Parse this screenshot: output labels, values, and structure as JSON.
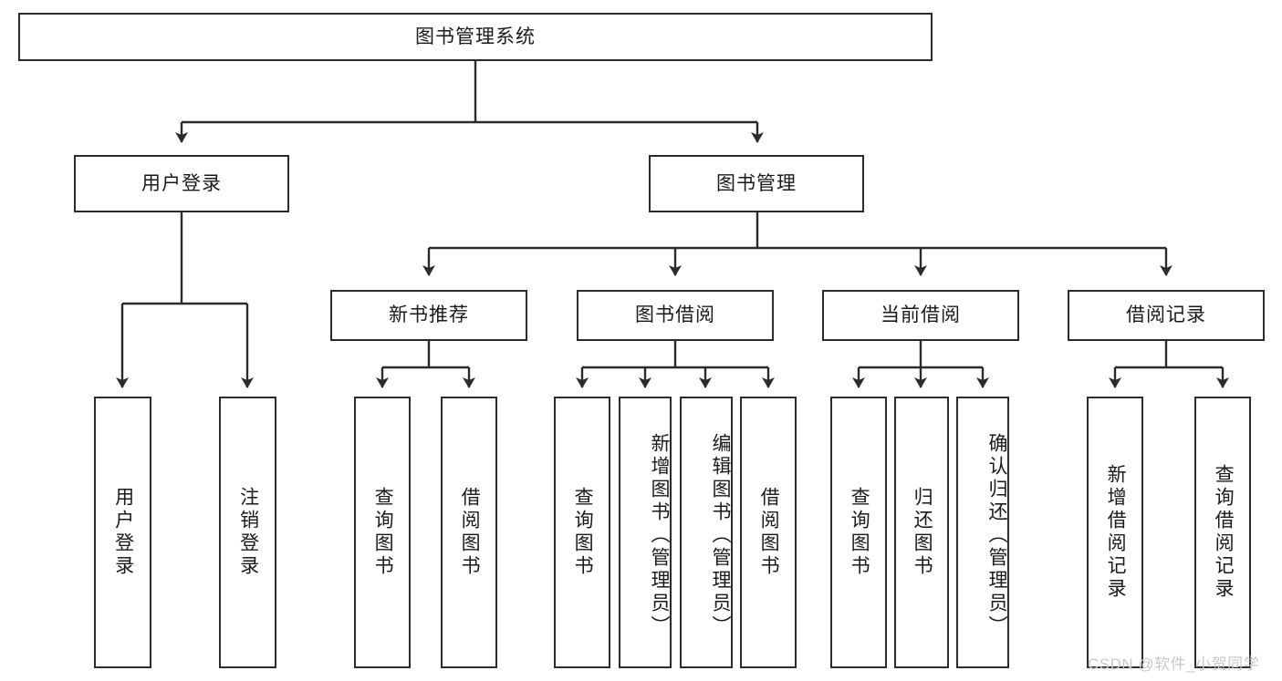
{
  "diagram": {
    "title": "图书管理系统",
    "type": "tree-hierarchy",
    "watermark": "CSDN @软件_小贺同学",
    "line_color": "#2b2b2b",
    "box_fill": "#ffffff",
    "text_color": "#1a1a1a"
  },
  "nodes": {
    "root": {
      "label": "图书管理系统"
    },
    "level2": [
      {
        "id": "user-login",
        "label": "用户登录"
      },
      {
        "id": "book-manage",
        "label": "图书管理"
      }
    ],
    "level3": [
      {
        "id": "new-book-recommend",
        "label": "新书推荐"
      },
      {
        "id": "book-borrow",
        "label": "图书借阅"
      },
      {
        "id": "current-borrow",
        "label": "当前借阅"
      },
      {
        "id": "borrow-record",
        "label": "借阅记录"
      }
    ],
    "leaves": {
      "user-login": [
        {
          "id": "leaf-user-login",
          "label": "用户登录"
        },
        {
          "id": "leaf-logout-login",
          "label": "注销登录"
        }
      ],
      "new-book-recommend": [
        {
          "id": "leaf-query-book-1",
          "label": "查询图书"
        },
        {
          "id": "leaf-borrow-book-1",
          "label": "借阅图书"
        }
      ],
      "book-borrow": [
        {
          "id": "leaf-query-book-2",
          "label": "查询图书"
        },
        {
          "id": "leaf-add-book",
          "label": "新增图书（管理员）"
        },
        {
          "id": "leaf-edit-book",
          "label": "编辑图书（管理员）"
        },
        {
          "id": "leaf-borrow-book-2",
          "label": "借阅图书"
        }
      ],
      "current-borrow": [
        {
          "id": "leaf-query-book-3",
          "label": "查询图书"
        },
        {
          "id": "leaf-return-book",
          "label": "归还图书"
        },
        {
          "id": "leaf-confirm-return",
          "label": "确认归还（管理员）"
        }
      ],
      "borrow-record": [
        {
          "id": "leaf-add-record",
          "label": "新增借阅记录"
        },
        {
          "id": "leaf-query-record",
          "label": "查询借阅记录"
        }
      ]
    }
  }
}
